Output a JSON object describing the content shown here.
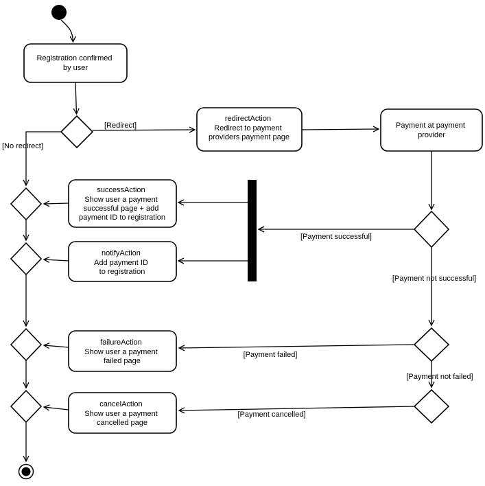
{
  "diagram": {
    "type": "uml-activity-diagram",
    "nodes": {
      "registration": {
        "lines": [
          "Registration confirmed",
          "by user"
        ]
      },
      "redirect_action": {
        "title": "redirectAction",
        "lines": [
          "Redirect to payment",
          "providers payment page"
        ]
      },
      "payment_provider": {
        "lines": [
          "Payment at payment",
          "provider"
        ]
      },
      "success_action": {
        "title": "successAction",
        "lines": [
          "Show user a payment",
          "successful page + add",
          "payment ID to registration"
        ]
      },
      "notify_action": {
        "title": "notifyAction",
        "lines": [
          "Add payment ID",
          "to registration"
        ]
      },
      "failure_action": {
        "title": "failureAction",
        "lines": [
          "Show user a payment",
          "failed page"
        ]
      },
      "cancel_action": {
        "title": "cancelAction",
        "lines": [
          "Show user a payment",
          "cancelled page"
        ]
      }
    },
    "edge_labels": {
      "redirect": "[Redirect]",
      "no_redirect": "[No redirect]",
      "payment_successful": "[Payment successful]",
      "payment_not_successful": "[Payment not successful]",
      "payment_failed": "[Payment failed]",
      "payment_not_failed": "[Payment not failed]",
      "payment_cancelled": "[Payment cancelled]"
    },
    "colors": {
      "stroke": "#000000",
      "node_fill": "#ffffff",
      "sync_bar": "#000000",
      "initial_node": "#000000",
      "background": "#ffffff"
    }
  }
}
